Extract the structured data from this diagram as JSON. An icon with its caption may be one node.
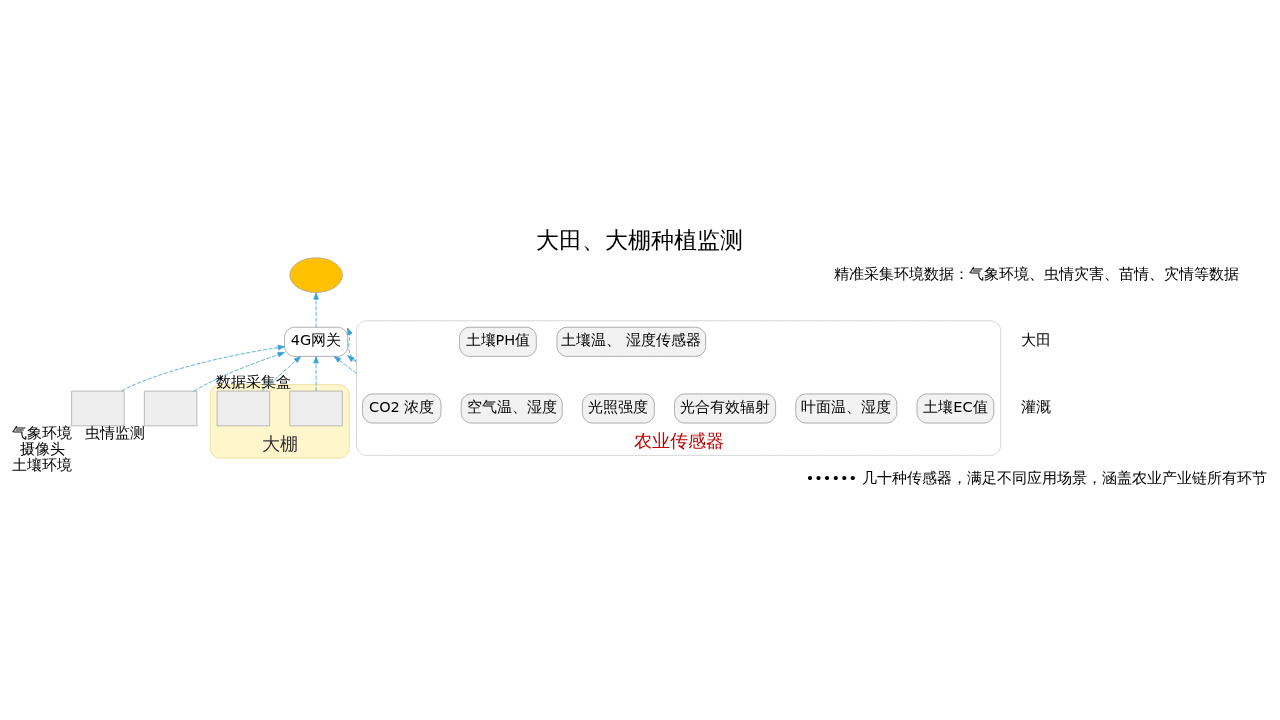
{
  "diagram": {
    "title": "大田、大棚种植监测",
    "nodes": [
      {
        "text": [],
        "shape": "cloud"
      },
      {
        "text": [
          "4G网关"
        ]
      },
      {
        "text": [],
        "shape": "box",
        "beside": [
          "气象环境",
          "摄像头",
          "土壤环境"
        ]
      },
      {
        "text": [],
        "shape": "box",
        "beside": [
          "虫情监测"
        ]
      },
      {
        "text": [
          "大棚"
        ]
      },
      {
        "text": [],
        "shape": "box",
        "beside": [
          "数据采集盒"
        ],
        "in": 4
      },
      {
        "text": [],
        "shape": "box",
        "in": 4
      },
      {
        "text": [
          "农业传感器"
        ]
      },
      {
        "text": [
          "土壤温、 湿度传感器"
        ],
        "in": 7
      },
      {
        "text": [
          "土壤PH值"
        ],
        "in": 7
      },
      {
        "text": [
          "土壤EC值"
        ],
        "in": 7
      },
      {
        "text": [
          "叶面温、湿度"
        ],
        "in": 7
      },
      {
        "text": [
          "光合有效辐射"
        ],
        "in": 7
      },
      {
        "text": [
          "CO2 浓度"
        ],
        "in": 7
      },
      {
        "text": [
          "光照强度"
        ],
        "in": 7
      },
      {
        "text": [
          "空气温、湿度"
        ],
        "in": 7
      }
    ],
    "edges": [
      {
        "from": 1,
        "to": 0,
        "arrow": "to",
        "style": "dashed"
      },
      {
        "from": 2,
        "to": 1,
        "arrow": "to",
        "style": "dashed"
      },
      {
        "from": 3,
        "to": 1,
        "arrow": "to",
        "style": "dashed"
      },
      {
        "from": 5,
        "to": 1,
        "arrow": "to",
        "style": "dashed"
      },
      {
        "from": 6,
        "to": 1,
        "arrow": "to",
        "style": "dashed"
      },
      {
        "from": 7,
        "to": 1,
        "arrow": "to",
        "style": "dashed"
      },
      {
        "from": 7,
        "to": 1,
        "arrow": "to",
        "style": "dashed"
      },
      {
        "from": 7,
        "to": 1,
        "arrow": "to",
        "style": "dashed"
      }
    ],
    "labels": [
      "精准采集环境数据：气象环境、虫情灾害、苗情、灾情等数据",
      "大田",
      "灌溉",
      "•••••• 几十种传感器，满足不同应用场景，涵盖农业产业链所有环节"
    ]
  }
}
